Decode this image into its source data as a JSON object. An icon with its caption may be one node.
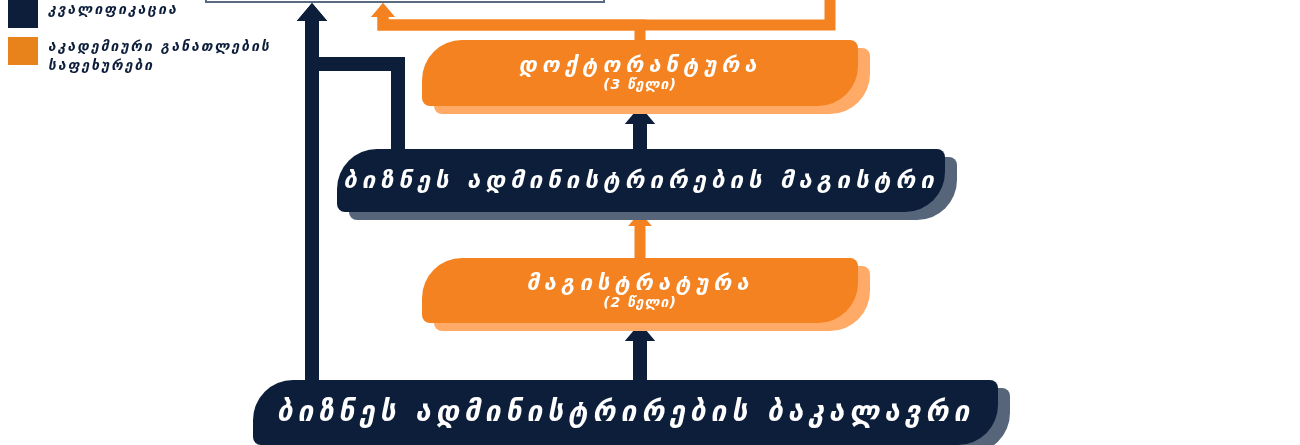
{
  "diagram": {
    "nodes": [
      {
        "text": [],
        "shape": "box"
      },
      {
        "text": [
          "დოქტორანტურა",
          "(3 წელი)"
        ]
      },
      {
        "text": [
          "ბიზნეს ადმინისტრირების მაგისტრი"
        ]
      },
      {
        "text": [
          "მაგისტრატურა",
          "(2 წელი)"
        ]
      },
      {
        "text": [
          "ბიზნეს ადმინისტრირების ბაკალავრი"
        ]
      }
    ],
    "edges": [
      {
        "from": 4,
        "to": 3,
        "arrow": "to"
      },
      {
        "from": 3,
        "to": 2,
        "arrow": "to",
        "color": "#f58220"
      },
      {
        "from": 2,
        "to": 1,
        "arrow": "to"
      },
      {
        "from": 1,
        "to": 0,
        "arrow": "to",
        "color": "#f58220"
      },
      {
        "from": null,
        "to": 0,
        "arrow": "to",
        "color": "#f58220"
      },
      {
        "from": 4,
        "to": 0,
        "arrow": "to"
      },
      {
        "from": 2,
        "to": 0,
        "arrow": "to"
      }
    ],
    "legend": [
      {
        "text": "კვალიფიკაცია",
        "color": "#0d1e3a"
      },
      {
        "text": "აკადემიური განათლების საფეხურები",
        "color": "#e8821a"
      }
    ]
  }
}
